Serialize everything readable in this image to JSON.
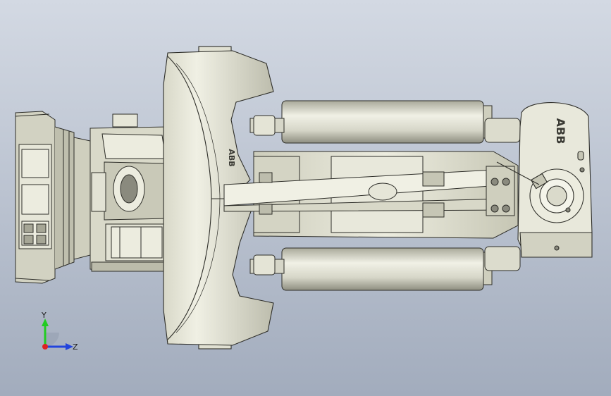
{
  "model": {
    "logo_text": "ABB",
    "body_color": "#e4e4d6",
    "shade_color": "#c4c4b3",
    "dark_color": "#5a5a52",
    "edge_color": "#2d2d28",
    "background_top": "#d3d9e3",
    "background_bottom": "#a2acbd"
  },
  "triad": {
    "y_label": "Y",
    "z_label": "Z",
    "y_color": "#22cc22",
    "z_color": "#2244dd",
    "origin_color": "#dd2222"
  }
}
